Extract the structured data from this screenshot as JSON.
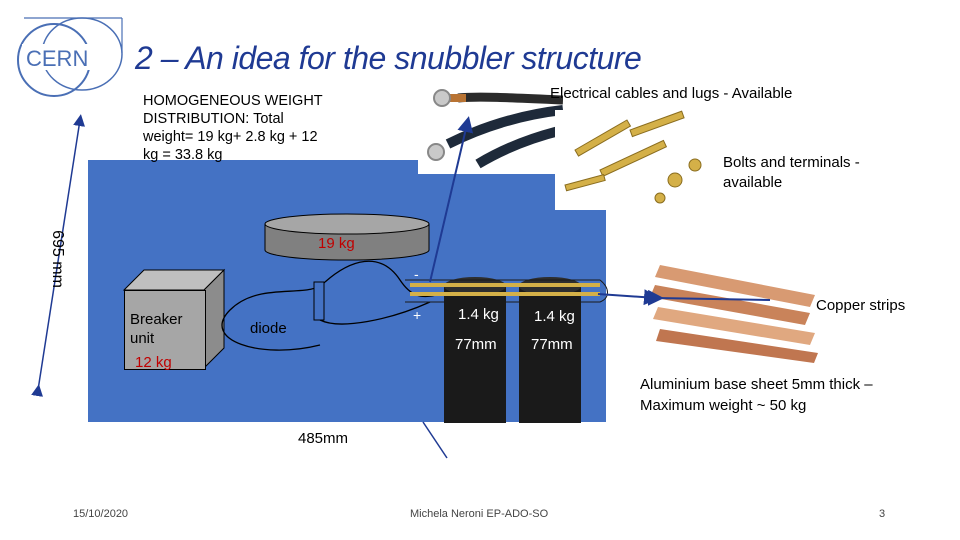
{
  "title": "2 – An idea for the snubbler structure",
  "logo": {
    "text": "CERN",
    "color": "#4a6fb5"
  },
  "notes": {
    "weight_distribution": "HOMOGENEOUS WEIGHT DISTRIBUTION: Total weight= 19 kg+ 2.8 kg + 12 kg = 33.8 kg",
    "cables": "Electrical cables and lugs - Available",
    "bolts": "Bolts and terminals - available",
    "copper": "Copper strips",
    "aluminium": "Aluminium base sheet 5mm thick – Maximum weight ~ 50 kg"
  },
  "dimensions": {
    "width": "485mm",
    "height": "695 mm"
  },
  "components": {
    "breaker_label": "Breaker unit",
    "breaker_weight": "12 kg",
    "diode_label": "diode",
    "resistor_weight": "19 kg",
    "cap1_weight": "1.4 kg",
    "cap2_weight": "1.4 kg",
    "cap1_length": "77mm",
    "cap2_length": "77mm",
    "minus": "-",
    "plus": "+"
  },
  "footer": {
    "date": "15/10/2020",
    "author": "Michela Neroni    EP-ADO-SO",
    "page": "3"
  },
  "colors": {
    "base": "#4472c4",
    "title": "#1f3a93",
    "weight": "#c00000",
    "cap": "#1a1a1a"
  }
}
